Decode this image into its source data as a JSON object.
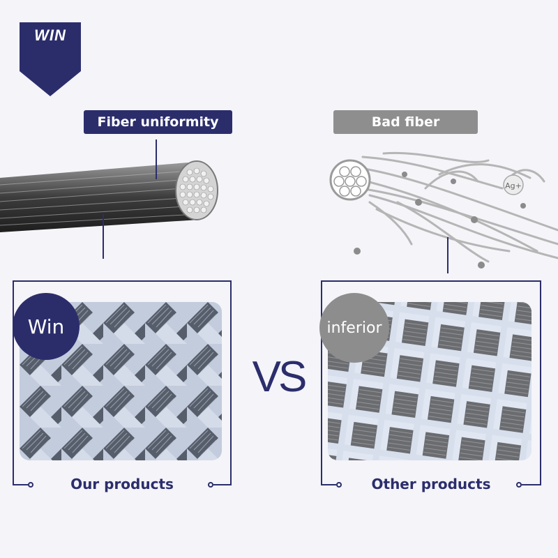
{
  "badge": {
    "text": "WIN"
  },
  "left": {
    "label": "Fiber uniformity",
    "badge": "Win",
    "caption": "Our products"
  },
  "right": {
    "label": "Bad fiber",
    "ion": "Ag+",
    "badge": "inferior",
    "caption": "Other products"
  },
  "vs": "VS",
  "colors": {
    "navy": "#2b2d6b",
    "gray": "#8e8e8e",
    "background": "#f4f4f9"
  }
}
